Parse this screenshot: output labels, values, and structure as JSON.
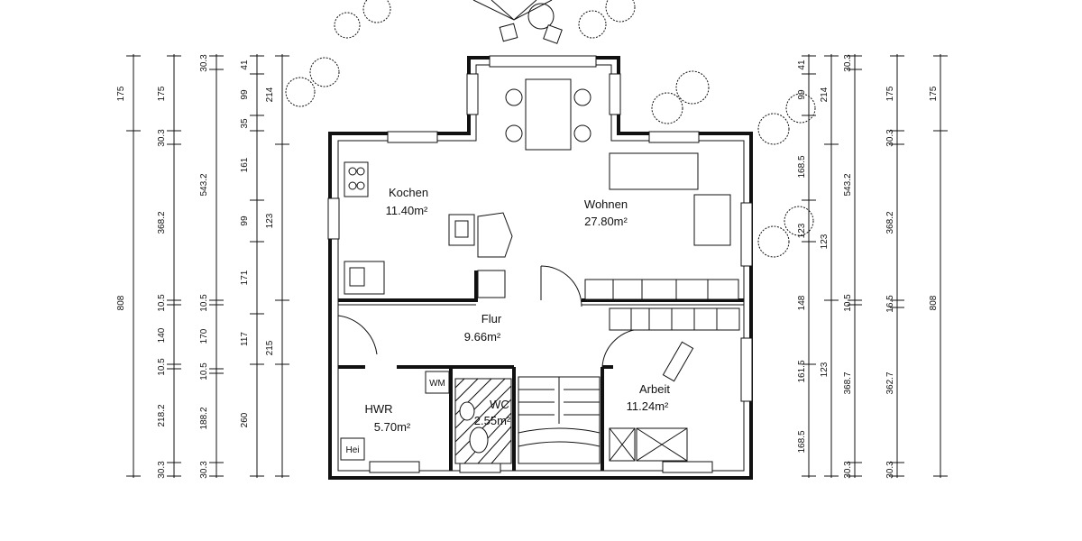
{
  "rooms": {
    "kochen": {
      "name": "Kochen",
      "area": "11.40m²"
    },
    "wohnen": {
      "name": "Wohnen",
      "area": "27.80m²"
    },
    "flur": {
      "name": "Flur",
      "area": "9.66m²"
    },
    "hwr": {
      "name": "HWR",
      "area": "5.70m²"
    },
    "wc": {
      "name": "WC",
      "area": "2.55m²"
    },
    "arbeit": {
      "name": "Arbeit",
      "area": "11.24m²"
    }
  },
  "fixtures": {
    "wm": "WM",
    "hei": "Hei"
  },
  "dimensions": {
    "left": {
      "c1": [
        "175",
        "808"
      ],
      "c2": [
        "175",
        "30.3",
        "368.2",
        "10.5",
        "140",
        "10.5",
        "218.2",
        "30.3"
      ],
      "c3": [
        "30.3",
        "543.2",
        "10.5",
        "170",
        "10.5",
        "188.2",
        "30.3"
      ],
      "c4": [
        "41",
        "99",
        "35",
        "161",
        "99",
        "171",
        "117",
        "260"
      ],
      "c5": [
        "214",
        "123",
        "215"
      ]
    },
    "right": {
      "c1": [
        "41",
        "99",
        "168.5",
        "123",
        "148",
        "161.5",
        "168.5"
      ],
      "c2": [
        "214",
        "123",
        "123"
      ],
      "c3": [
        "30.3",
        "543.2",
        "10.5",
        "368.7",
        "30.3"
      ],
      "c4": [
        "175",
        "30.3",
        "368.2",
        "16.5",
        "362.7",
        "30.3"
      ],
      "c5": [
        "175",
        "808"
      ]
    }
  }
}
